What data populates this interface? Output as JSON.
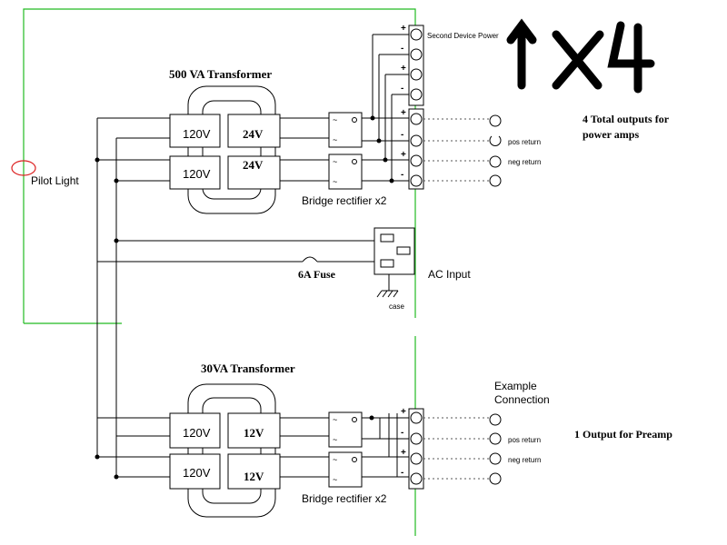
{
  "labels": {
    "handwritten_note": "1x4",
    "top_transformer_title": "500 VA Transformer",
    "bottom_transformer_title": "30VA Transformer",
    "second_device_power": "Second Device Power",
    "outputs_top_note": "4 Total outputs for power amps",
    "outputs_bottom_note": "1 Output for Preamp",
    "pilot_light": "Pilot Light",
    "bridge_top": "Bridge rectifier x2",
    "bridge_bottom": "Bridge rectifier x2",
    "fuse": "6A Fuse",
    "ac_input": "AC Input",
    "case": "case",
    "example_connection": "Example Connection",
    "pos_return": "pos return",
    "neg_return": "neg return"
  },
  "top_transformer": {
    "primary": [
      "120V",
      "120V"
    ],
    "secondary": [
      "24V",
      "24V"
    ]
  },
  "bottom_transformer": {
    "primary": [
      "120V",
      "120V"
    ],
    "secondary": [
      "12V",
      "12V"
    ]
  },
  "terminal_signs": [
    "+",
    "-",
    "+",
    "-"
  ],
  "colors": {
    "enclosure": "#22bb22",
    "wire": "#000000",
    "pilot_light": "#dd2222",
    "dotted": "#555555"
  }
}
